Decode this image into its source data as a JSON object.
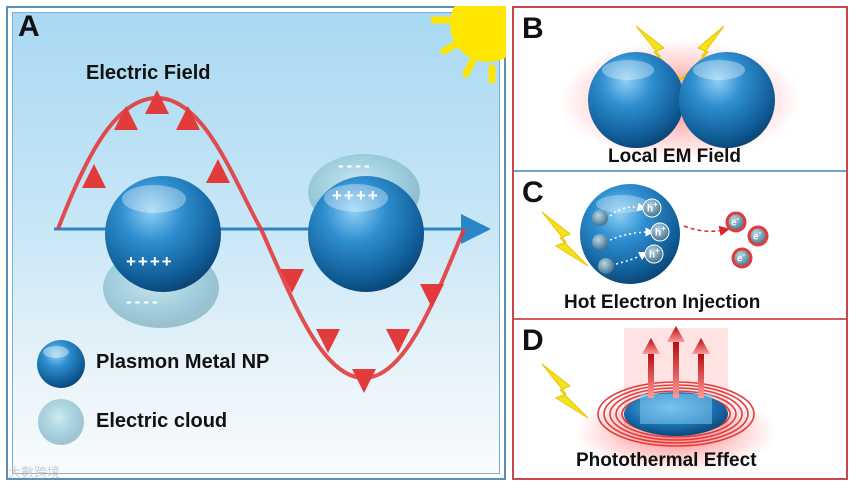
{
  "panelA": {
    "letter": "A",
    "field_label": "Electric Field",
    "plus_top": "++++",
    "minus_top": "----",
    "plus_bottom": "++++",
    "minus_bottom": "----",
    "legend": [
      {
        "label": "Plasmon Metal NP",
        "icon": "metal-np-sphere"
      },
      {
        "label": "Electric cloud",
        "icon": "electric-cloud-sphere"
      }
    ]
  },
  "panelB": {
    "letter": "B",
    "caption": "Local EM Field"
  },
  "panelC": {
    "letter": "C",
    "caption": "Hot Electron Injection",
    "hole_label": "h",
    "hole_sup": "+",
    "electron_label": "e",
    "electron_sup": "-"
  },
  "panelD": {
    "letter": "D",
    "caption": "Photothermal Effect"
  },
  "watermark": "大數跨境",
  "colors": {
    "np_blue": "#1a6fb0",
    "wave_red": "#e23b3b",
    "lightning": "#f4e21a",
    "sun": "#ffe600"
  }
}
